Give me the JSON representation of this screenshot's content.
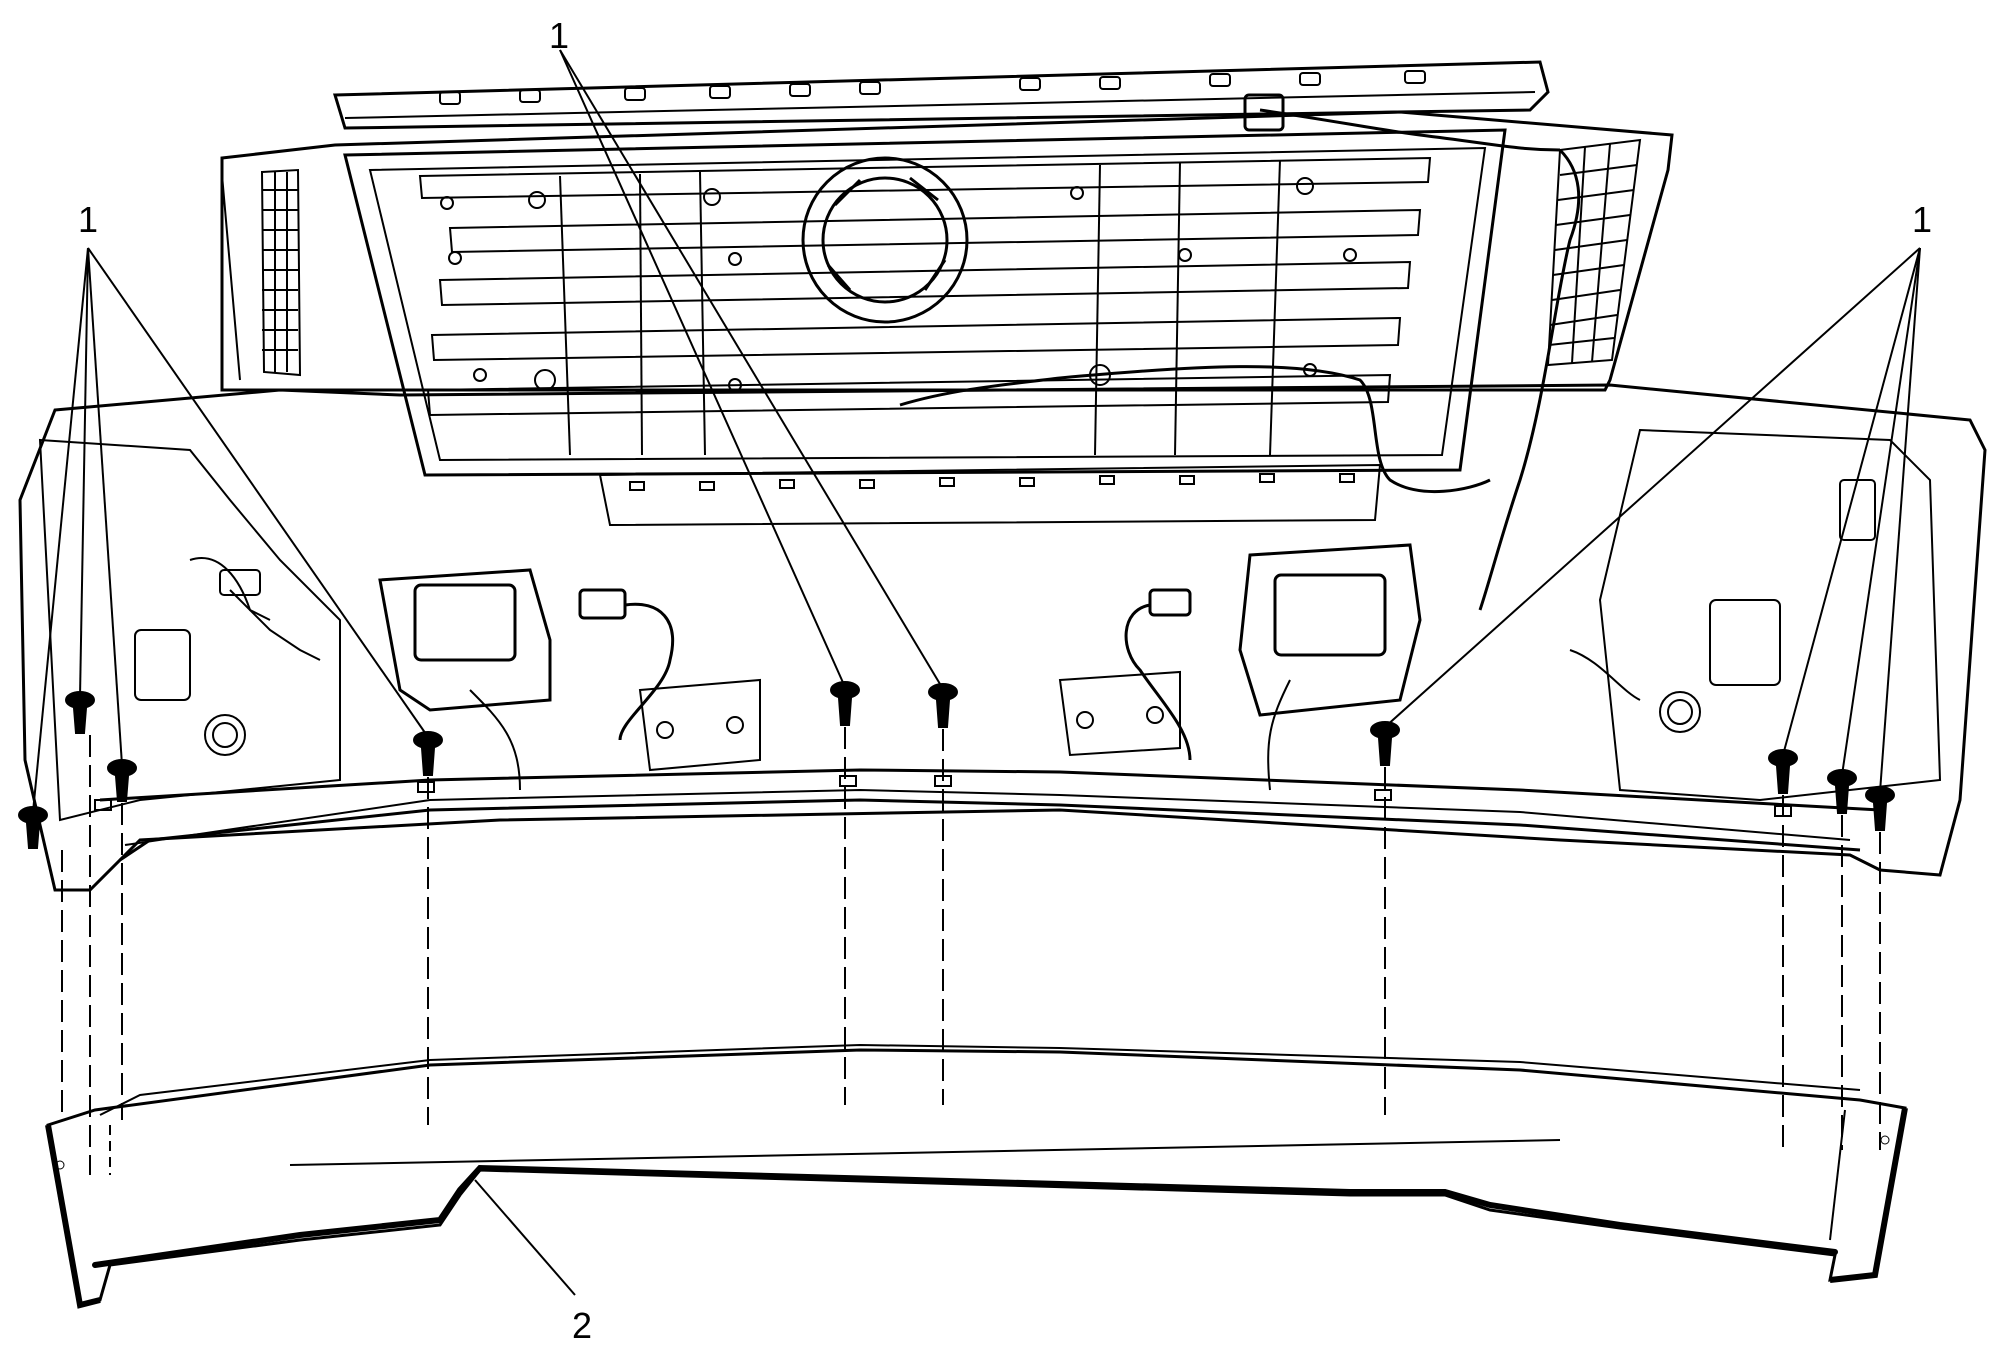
{
  "callouts": [
    {
      "id": "left",
      "label": "1"
    },
    {
      "id": "center",
      "label": "1"
    },
    {
      "id": "right",
      "label": "1"
    },
    {
      "id": "bottom",
      "label": "2"
    }
  ],
  "legend": {
    "fastener_callout": "1",
    "panel_callout": "2"
  },
  "colors": {
    "line": "#000000",
    "background": "#ffffff"
  }
}
